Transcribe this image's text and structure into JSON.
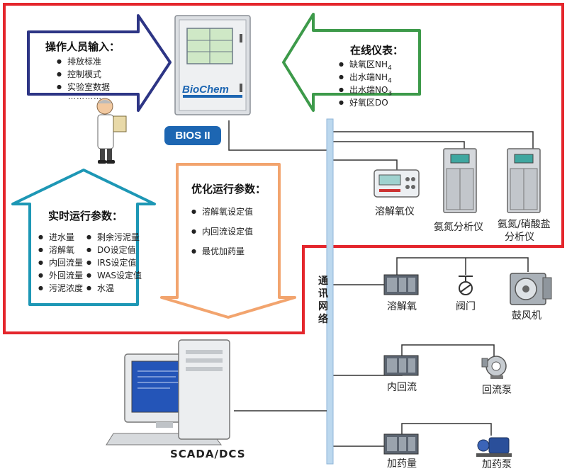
{
  "operator": {
    "title": "操作人员输入：",
    "items": [
      "排放标准",
      "控制模式",
      "实验室数据"
    ],
    "more": "…………"
  },
  "online": {
    "title": "在线仪表：",
    "items": [
      {
        "text": "缺氧区NH",
        "sub": "4"
      },
      {
        "text": "出水端NH",
        "sub": "4"
      },
      {
        "text": "出水端NO",
        "sub": "3"
      },
      {
        "text": "好氧区DO",
        "sub": ""
      }
    ]
  },
  "bios": {
    "label": "BIOS II",
    "brand": "BioChem"
  },
  "realtime": {
    "title": "实时运行参数：",
    "left": [
      "进水量",
      "溶解氧",
      "内回流量",
      "外回流量",
      "污泥浓度"
    ],
    "right": [
      "剩余污泥量",
      "DO设定值",
      "IRS设定值",
      "WAS设定值",
      "水温"
    ]
  },
  "optimized": {
    "title": "优化运行参数：",
    "items": [
      "溶解氧设定值",
      "内回流设定值",
      "最优加药量"
    ]
  },
  "network": {
    "label": "通讯网络"
  },
  "instruments": {
    "do_meter": "溶解氧仪",
    "ammonia": "氨氮分析仪",
    "nitrate_line1": "氨氮/硝酸盐",
    "nitrate_line2": "分析仪"
  },
  "controls": {
    "do": "溶解氧",
    "valve": "阀门",
    "blower": "鼓风机",
    "internal_reflux": "内回流",
    "reflux_pump": "回流泵",
    "dosing": "加药量",
    "dosing_pump": "加药泵"
  },
  "scada": {
    "label": "SCADA/DCS"
  },
  "colors": {
    "red_border": "#e4262c",
    "navy_arrow": "#2d3585",
    "green_arrow": "#3d9a4a",
    "teal_arrow": "#1d97b5",
    "orange_arrow": "#f2a46e",
    "network_bar": "#bcd8ee",
    "badge": "#1d66b2"
  }
}
